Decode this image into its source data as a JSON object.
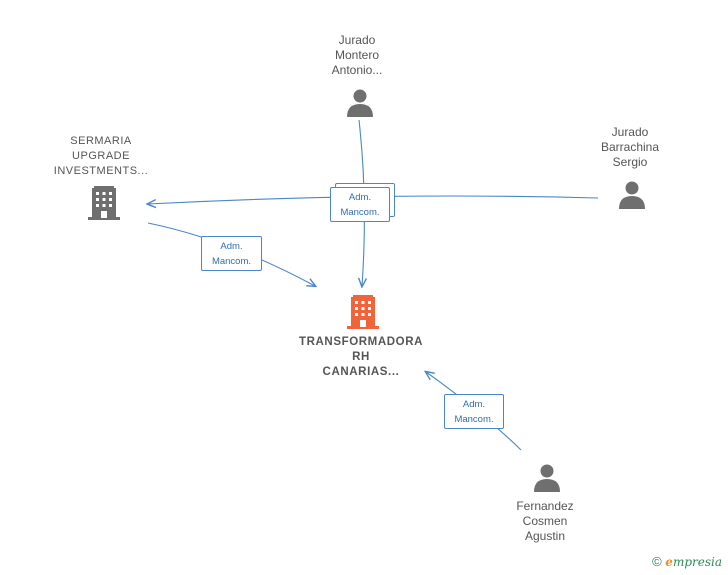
{
  "nodes": {
    "person_top": {
      "lines": [
        "Jurado",
        "Montero",
        "Antonio..."
      ],
      "icon": "person-icon"
    },
    "person_right": {
      "lines": [
        "Jurado",
        "Barrachina",
        "Sergio"
      ],
      "icon": "person-icon"
    },
    "person_bottom": {
      "lines": [
        "Fernandez",
        "Cosmen",
        "Agustin"
      ],
      "icon": "person-icon"
    },
    "company_left": {
      "lines": [
        "SERMARIA",
        "UPGRADE",
        "INVESTMENTS..."
      ],
      "icon": "building-icon"
    },
    "company_main": {
      "lines": [
        "TRANSFORMADORA",
        "RH",
        "CANARIAS..."
      ],
      "icon": "building-icon"
    }
  },
  "edge_labels": {
    "center": {
      "line1": "Adm.",
      "line2": "Mancom."
    },
    "left": {
      "line1": "Adm.",
      "line2": "Mancom."
    },
    "bottom": {
      "line1": "Adm.",
      "line2": "Mancom."
    }
  },
  "footer": {
    "copyright": "©",
    "brand_e": "e",
    "brand_rest": "mpresia"
  },
  "colors": {
    "edge": "#4a86c8",
    "main_company": "#f0643c",
    "node_gray": "#6f6f6f"
  }
}
